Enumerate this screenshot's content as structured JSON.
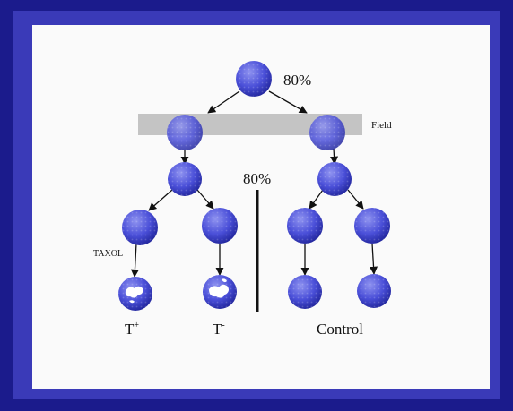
{
  "colors": {
    "frame_outer": "#1b1b8c",
    "frame_inner": "#3a3ab8",
    "panel": "#fafafa",
    "cell_light": "#8f93f0",
    "cell_mid": "#4a4fd8",
    "cell_dark": "#1e2296",
    "field_band": "#c4c4c4",
    "line": "#111111"
  },
  "labels": {
    "top_percent": "80%",
    "field": "Field",
    "center_percent": "80%",
    "taxol": "TAXOL",
    "t_plus_base": "T",
    "t_plus_sup": "+",
    "t_minus_base": "T",
    "t_minus_sup": "-",
    "control": "Control"
  }
}
